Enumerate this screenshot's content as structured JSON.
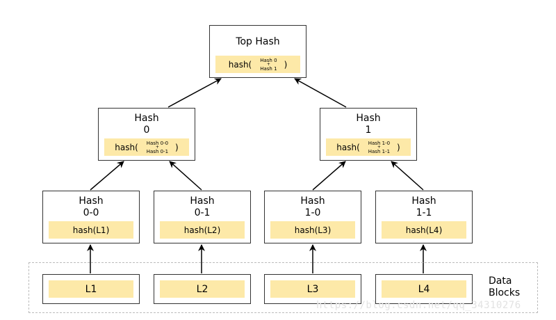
{
  "top": {
    "title": "Top Hash",
    "fn": "hash(",
    "arg1": "Hash 0",
    "plus": "+",
    "arg2": "Hash 1",
    "close": ")"
  },
  "mid": [
    {
      "title1": "Hash",
      "title2": "0",
      "fn": "hash(",
      "arg1": "Hash 0-0",
      "plus": "+",
      "arg2": "Hash 0-1",
      "close": ")"
    },
    {
      "title1": "Hash",
      "title2": "1",
      "fn": "hash(",
      "arg1": "Hash 1-0",
      "plus": "+",
      "arg2": "Hash 1-1",
      "close": ")"
    }
  ],
  "leaves": [
    {
      "title1": "Hash",
      "title2": "0-0",
      "fn": "hash(L1)"
    },
    {
      "title1": "Hash",
      "title2": "0-1",
      "fn": "hash(L2)"
    },
    {
      "title1": "Hash",
      "title2": "1-0",
      "fn": "hash(L3)"
    },
    {
      "title1": "Hash",
      "title2": "1-1",
      "fn": "hash(L4)"
    }
  ],
  "blocks": [
    "L1",
    "L2",
    "L3",
    "L4"
  ],
  "data_blocks_label": {
    "line1": "Data",
    "line2": "Blocks"
  },
  "watermark": "https://blog.csdn.net/qq_34310276",
  "colors": {
    "fill": "#fde9a8",
    "border": "#333333",
    "dashed_frame": "#bbbbbb"
  }
}
